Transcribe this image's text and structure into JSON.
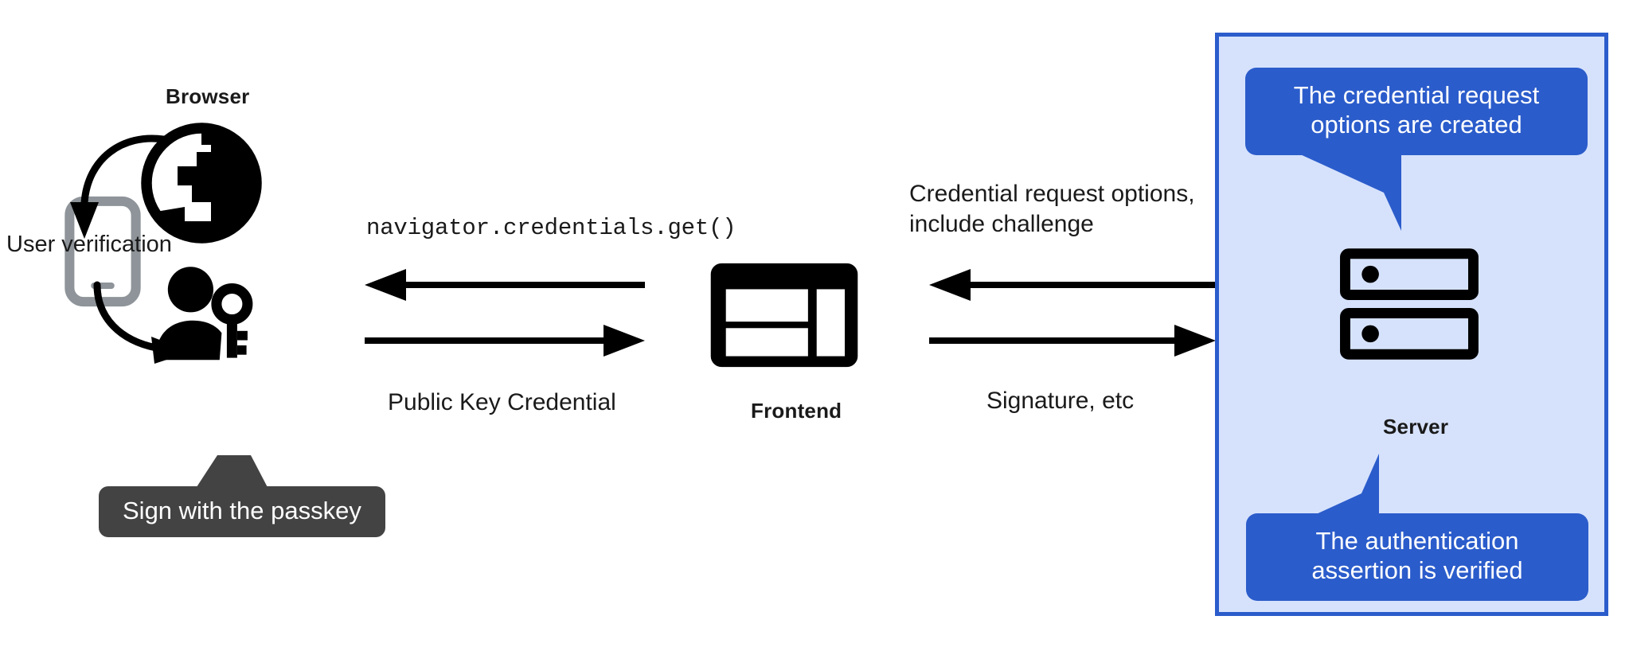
{
  "diagram": {
    "title": "Passkey authentication flow",
    "background_color": "#ffffff"
  },
  "colors": {
    "accent_blue": "#2b5ccb",
    "panel_fill": "#d6e2fc",
    "tooltip_dark": "#434343",
    "icon_black": "#000000",
    "phone_gray": "#8e9499",
    "text": "#1a1a1a"
  },
  "browser": {
    "title": "Browser",
    "icon": "globe-icon"
  },
  "phone": {
    "icon": "smartphone-icon"
  },
  "user_verification": {
    "label": "User verification"
  },
  "person": {
    "icon": "person-with-key-icon"
  },
  "sign_tooltip": {
    "text": "Sign with the passkey"
  },
  "middle_arrows": {
    "top_label": "navigator.credentials.get()",
    "top_direction": "left",
    "bottom_label": "Public Key Credential",
    "bottom_direction": "right"
  },
  "frontend": {
    "title": "Frontend",
    "icon": "dashboard-layout-icon"
  },
  "right_arrows": {
    "top_label": "Credential request options,\ninclude challenge",
    "top_direction": "left",
    "bottom_label": "Signature, etc",
    "bottom_direction": "right"
  },
  "server": {
    "title": "Server",
    "icon": "server-racks-icon",
    "callout_top": "The credential request\noptions are created",
    "callout_bottom": "The authentication\nassertion is verified"
  }
}
